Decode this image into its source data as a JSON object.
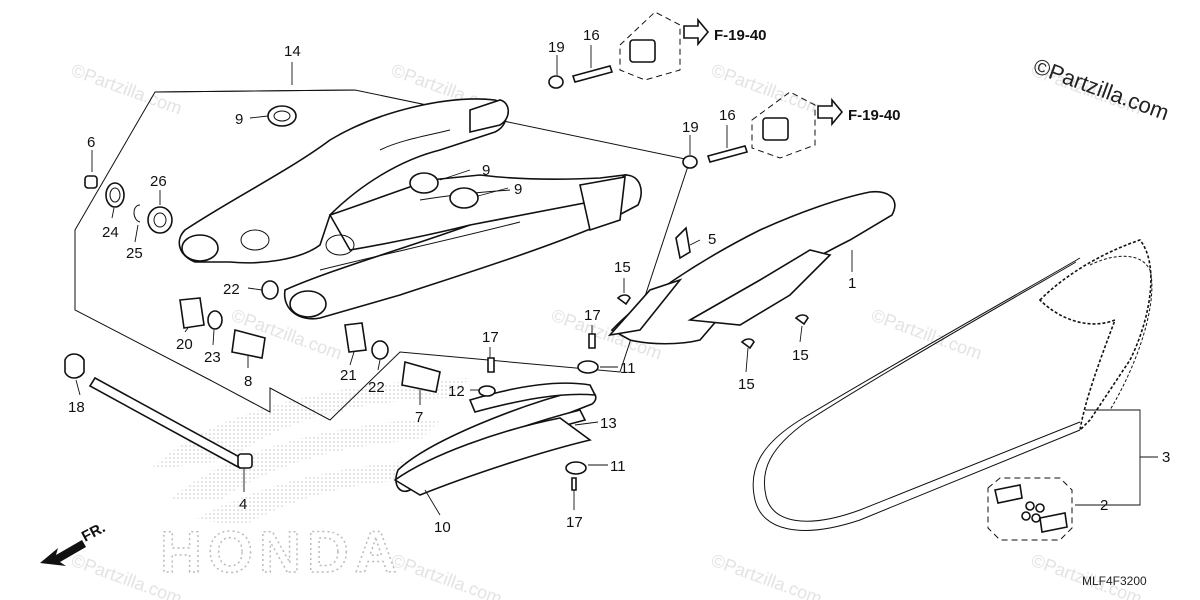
{
  "copyright": "©Partzilla.com",
  "watermark_text": "©Partzilla.com",
  "diagram_code": "MLF4F3200",
  "brand_outline_text": "HONDA",
  "front_arrow_label": "FR.",
  "ref_labels": [
    "F-19-40",
    "F-19-40"
  ],
  "callouts": [
    {
      "id": "c14a",
      "text": "14"
    },
    {
      "id": "c9a",
      "text": "9"
    },
    {
      "id": "c9b",
      "text": "9"
    },
    {
      "id": "c9c",
      "text": "9"
    },
    {
      "id": "c6",
      "text": "6"
    },
    {
      "id": "c26",
      "text": "26"
    },
    {
      "id": "c24",
      "text": "24"
    },
    {
      "id": "c25",
      "text": "25"
    },
    {
      "id": "c22a",
      "text": "22"
    },
    {
      "id": "c22b",
      "text": "22"
    },
    {
      "id": "c20",
      "text": "20"
    },
    {
      "id": "c23",
      "text": "23"
    },
    {
      "id": "c8",
      "text": "8"
    },
    {
      "id": "c21",
      "text": "21"
    },
    {
      "id": "c18",
      "text": "18"
    },
    {
      "id": "c4",
      "text": "4"
    },
    {
      "id": "c7",
      "text": "7"
    },
    {
      "id": "c12",
      "text": "12"
    },
    {
      "id": "c17a",
      "text": "17"
    },
    {
      "id": "c17b",
      "text": "17"
    },
    {
      "id": "c17c",
      "text": "17"
    },
    {
      "id": "c11a",
      "text": "11"
    },
    {
      "id": "c11b",
      "text": "11"
    },
    {
      "id": "c13",
      "text": "13"
    },
    {
      "id": "c10",
      "text": "10"
    },
    {
      "id": "c15a",
      "text": "15"
    },
    {
      "id": "c15b",
      "text": "15"
    },
    {
      "id": "c15c",
      "text": "15"
    },
    {
      "id": "c5",
      "text": "5"
    },
    {
      "id": "c1",
      "text": "1"
    },
    {
      "id": "c19a",
      "text": "19"
    },
    {
      "id": "c19b",
      "text": "19"
    },
    {
      "id": "c16a",
      "text": "16"
    },
    {
      "id": "c16b",
      "text": "16"
    },
    {
      "id": "c3",
      "text": "3"
    },
    {
      "id": "c2",
      "text": "2"
    }
  ],
  "colors": {
    "line": "#111111",
    "watermark": "#e3e3e3"
  }
}
